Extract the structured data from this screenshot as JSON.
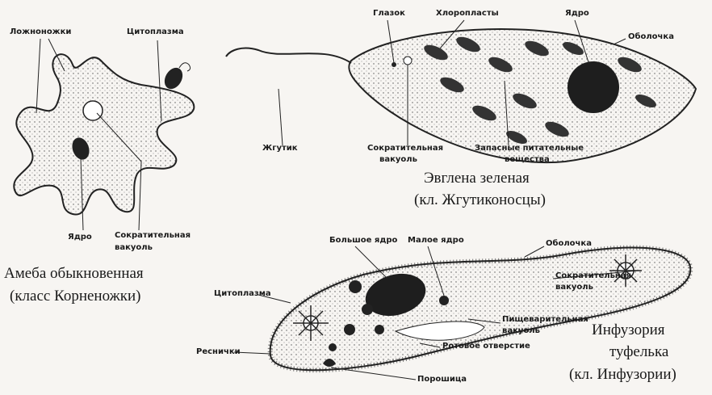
{
  "amoeba": {
    "labels": {
      "pseudopodia": "Ложноножки",
      "cytoplasm": "Цитоплазма",
      "nucleus": "Ядро",
      "contractile_vacuole_1": "Сократительная",
      "contractile_vacuole_2": "вакуоль"
    },
    "title_1": "Амеба обыкновенная",
    "title_2": "(класс Корненожки)"
  },
  "euglena": {
    "labels": {
      "eyespot": "Глазок",
      "chloroplasts": "Хлоропласты",
      "nucleus": "Ядро",
      "membrane": "Оболочка",
      "flagellum": "Жгутик",
      "contractile_vacuole_1": "Сократительная",
      "contractile_vacuole_2": "вакуоль",
      "reserve_1": "Запасные питательные",
      "reserve_2": "вещества"
    },
    "title_1": "Эвглена зеленая",
    "title_2": "(кл. Жгутиконосцы)"
  },
  "paramecium": {
    "labels": {
      "macronucleus": "Большое ядро",
      "micronucleus": "Малое ядро",
      "membrane": "Оболочка",
      "contractile_vacuole_1": "Сократительная",
      "contractile_vacuole_2": "вакуоль",
      "cytoplasm": "Цитоплазма",
      "digestive_vacuole_1": "Пищеварительная",
      "digestive_vacuole_2": "вакуоль",
      "mouth": "Ротовое отверстие",
      "cilia": "Реснички",
      "anal_pore": "Порошица"
    },
    "title_1": "Инфузория",
    "title_2": "туфелька",
    "title_3": "(кл. Инфузории)"
  }
}
